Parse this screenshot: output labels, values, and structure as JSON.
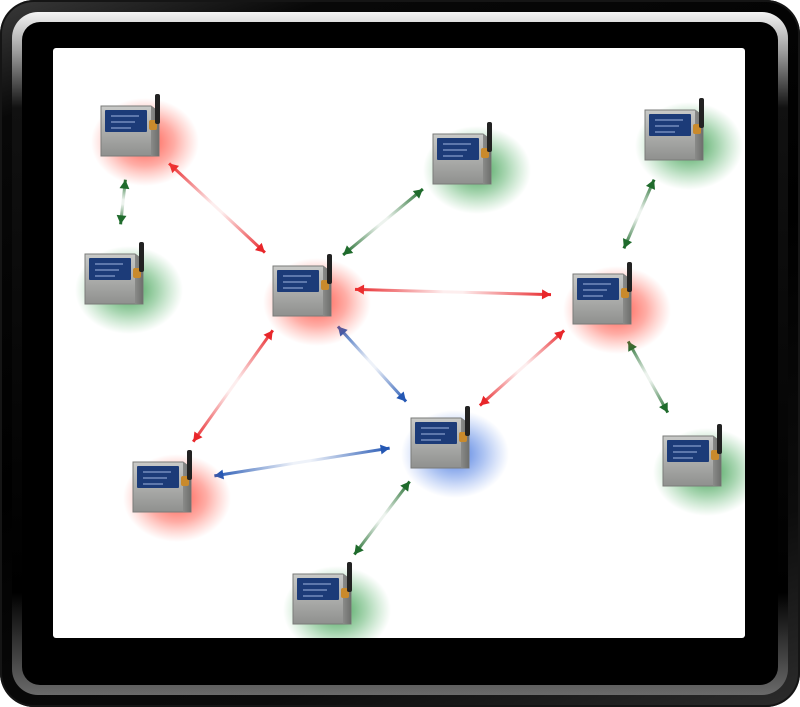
{
  "diagram": {
    "description_type": "wireless mesh network of gateway devices",
    "colors": {
      "red": "#e8262a",
      "green": "#1f6b2c",
      "blue": "#2457b3",
      "device_body": "#a9aaa9",
      "device_label": "#1c3b78",
      "antenna": "#222222",
      "connector": "#c98a2c"
    },
    "nodes": [
      {
        "id": "n1",
        "glow": "red"
      },
      {
        "id": "n2",
        "glow": "green"
      },
      {
        "id": "n3",
        "glow": "red"
      },
      {
        "id": "n4",
        "glow": "green"
      },
      {
        "id": "n5",
        "glow": "green"
      },
      {
        "id": "n6",
        "glow": "red"
      },
      {
        "id": "n7",
        "glow": "blue"
      },
      {
        "id": "n8",
        "glow": "green"
      },
      {
        "id": "n9",
        "glow": "red"
      },
      {
        "id": "n10",
        "glow": "green"
      }
    ],
    "links": [
      {
        "from": "n1",
        "to": "n3",
        "color": "red"
      },
      {
        "from": "n1",
        "to": "n2",
        "color": "green"
      },
      {
        "from": "n4",
        "to": "n3",
        "color": "green"
      },
      {
        "from": "n3",
        "to": "n6",
        "color": "red"
      },
      {
        "from": "n5",
        "to": "n6",
        "color": "green"
      },
      {
        "from": "n3",
        "to": "n9",
        "color": "red"
      },
      {
        "from": "n3",
        "to": "n7",
        "color": "blue"
      },
      {
        "from": "n6",
        "to": "n7",
        "color": "red"
      },
      {
        "from": "n6",
        "to": "n8",
        "color": "green"
      },
      {
        "from": "n9",
        "to": "n7",
        "color": "blue"
      },
      {
        "from": "n10",
        "to": "n7",
        "color": "green"
      }
    ]
  }
}
